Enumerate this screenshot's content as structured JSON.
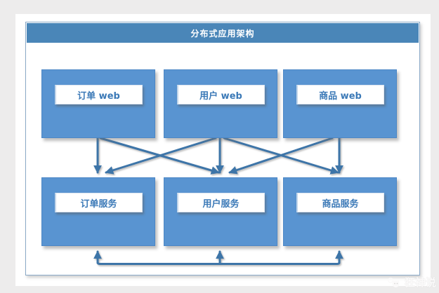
{
  "diagram": {
    "title": "分布式应用架构",
    "web_layer": [
      {
        "label": "订单 web"
      },
      {
        "label": "用户 web"
      },
      {
        "label": "商品 web"
      }
    ],
    "service_layer": [
      {
        "label": "订单服务"
      },
      {
        "label": "用户服务"
      },
      {
        "label": "商品服务"
      }
    ],
    "arrows": [
      {
        "from": "订单 web",
        "to": "订单服务"
      },
      {
        "from": "订单 web",
        "to": "用户服务"
      },
      {
        "from": "用户 web",
        "to": "订单服务"
      },
      {
        "from": "用户 web",
        "to": "用户服务"
      },
      {
        "from": "用户 web",
        "to": "商品服务"
      },
      {
        "from": "商品 web",
        "to": "用户服务"
      },
      {
        "from": "商品 web",
        "to": "商品服务"
      }
    ],
    "service_bus": {
      "description": "horizontal connector with upward arrows into each service box",
      "targets": [
        "订单服务",
        "用户服务",
        "商品服务"
      ]
    },
    "colors": {
      "header": "#4a86b8",
      "node_fill": "#5994d1",
      "arrow": "#3e74a8",
      "label_text": "#3b79b7",
      "page_background": "#edecec"
    }
  },
  "watermark": {
    "text": "狂神说",
    "icon": "panda-logo-icon"
  }
}
